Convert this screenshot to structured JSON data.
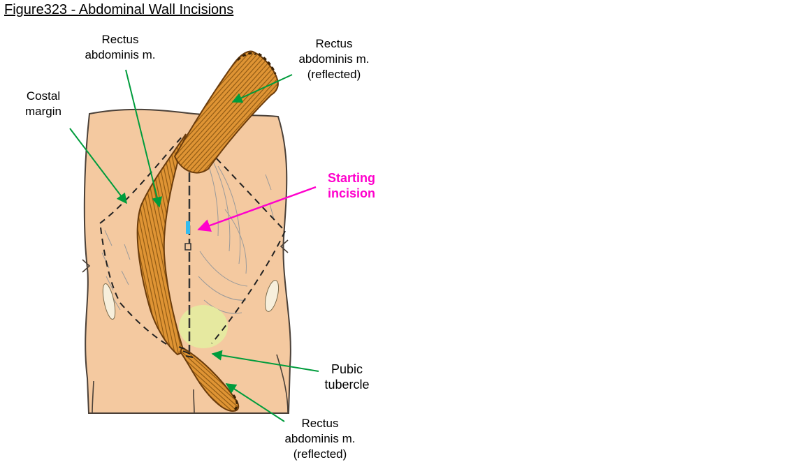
{
  "title": "Figure323 - Abdominal Wall Incisions",
  "labels": {
    "rectus_top": "Rectus\nabdominis m.",
    "rectus_reflected_top": "Rectus\nabdominis m.\n(reflected)",
    "costal_margin": "Costal\nmargin",
    "starting_incision": "Starting\nincision",
    "pubic_tubercle": "Pubic\ntubercle",
    "rectus_reflected_bottom": "Rectus\nabdominis m.\n(reflected)"
  },
  "colors": {
    "skin": "#f4c9a0",
    "muscle": "#df9434",
    "muscle-stripe": "#8a5510",
    "muscle-edge": "#6b3c0c",
    "green": "#009c3c",
    "magenta": "#ff00cc",
    "cyan": "#33bbee",
    "pubic-highlight": "#e6e9a0",
    "outline": "#4a4038"
  }
}
